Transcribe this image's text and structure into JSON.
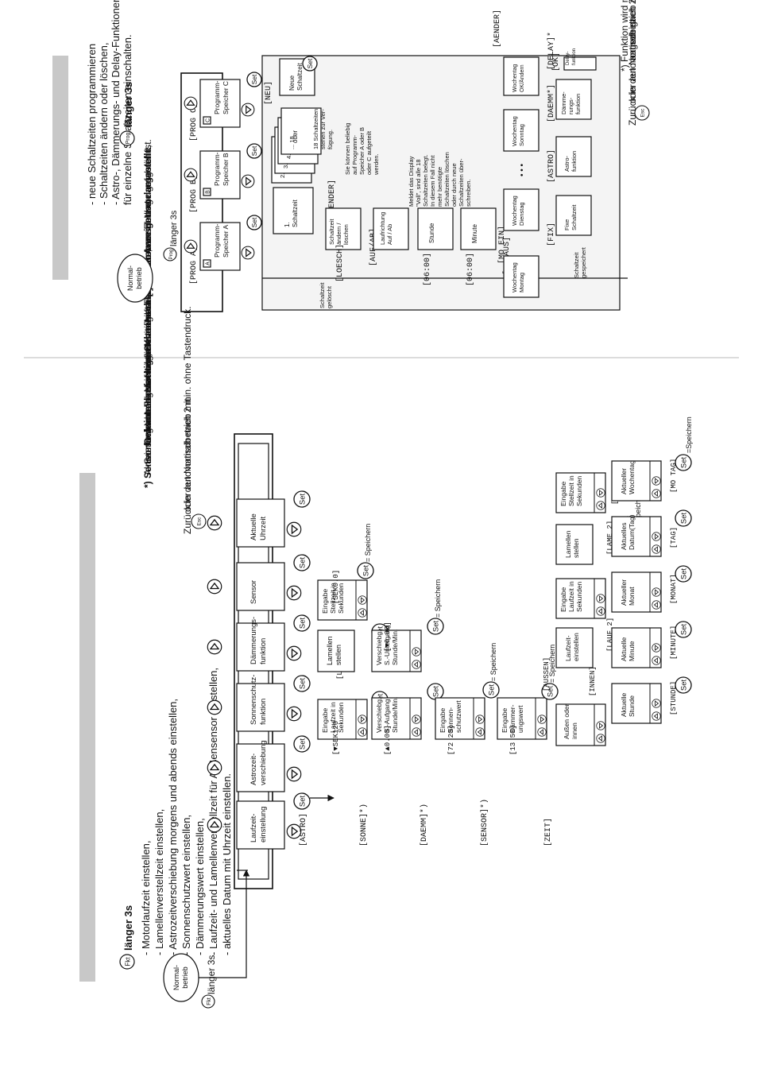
{
  "left": {
    "fkt_key": "Fkt",
    "header_hold": "länger 3s",
    "intro_items": [
      "- Motorlaufzeit einstellen,",
      "- Lamellenverstellzeit einstellen,",
      "- Astrozeitverschiebung morgens und abends einstellen,",
      "- Sonnenschutzwert einstellen,",
      "- Dämmerungswert einstellen,",
      "- Laufzeit- und Lamellenverstellzeit für Außensensor einstellen,",
      "- aktuelles Datum mit Uhrzeit einstellen."
    ],
    "normal_l1": "Normal-",
    "normal_l2": "betrieb",
    "loop_hold": "länger 3s",
    "set": "Set",
    "esc": "Esc",
    "speichern": "= Speichern",
    "speichern_b": "=Speichern",
    "speichern_s": "=Speichern",
    "menus": [
      {
        "code": "[LAUF]",
        "l1": "Laufzeit-",
        "l2": "einstellung"
      },
      {
        "code": "[ASTRO]",
        "l1": "Astrozeit-",
        "l2": "verschiebung"
      },
      {
        "code": "[SONNE]*)",
        "l1": "Sonnenschutz-",
        "l2": "funktion"
      },
      {
        "code": "[DAEMM]*)",
        "l1": "Dämmerungs-",
        "l2": "funktion"
      },
      {
        "code": "[SENSOR]*)",
        "l1": "Sensor",
        "l2": ""
      },
      {
        "code": "[ZEIT]",
        "l1": "Aktuelle",
        "l2": "Uhrzeit"
      }
    ],
    "lauf": {
      "in1": [
        "Eingabe",
        "Laufzeit in",
        "Sekunden"
      ],
      "in1_disp": "[▼SEK120",
      "lamell_label": "[LAMELL]",
      "lam": [
        "Lamellen",
        "stellen"
      ],
      "in2": [
        "Eingabe",
        "Stellzeit in",
        "Sekunden"
      ],
      "in2_disp": "[SEK0.0]"
    },
    "astro": {
      "in1": [
        "Verschiebg.",
        "S.-Aufgang",
        "Stunde/Min."
      ],
      "in1_disp": "[▲0.00]",
      "in2": [
        "Verschiebg.",
        "S.-Untergang",
        "Stunde/Min."
      ],
      "in2_disp": "[▼0.00]"
    },
    "sonne": {
      "in": [
        "Eingabe",
        "Sonnen-",
        "schutzwert"
      ],
      "disp": "[72 20]"
    },
    "daemm": {
      "in": [
        "Eingabe",
        "Dämmer-",
        "ungswert"
      ],
      "disp": "[13 50]"
    },
    "sensor": {
      "ai": [
        "Außen oder",
        "innen"
      ],
      "aussen": "[AUSSEN]",
      "innen": "[INNEN]",
      "lauf": [
        "Laufzeit-",
        "einstellen"
      ],
      "lauf_disp": "[LAUF 2]",
      "lz": [
        "Eingabe",
        "Laufzeit in",
        "Sekunden"
      ],
      "lz_disp": "[▼SEK120]",
      "lam": [
        "Lamellen",
        "stellen"
      ],
      "lam_disp": "[LAME 2]",
      "sz": [
        "Eingabe",
        "Stellzeit in",
        "Sekunden"
      ],
      "sz_disp": "[SEK0.0]"
    },
    "zeit": {
      "items": [
        {
          "lbl": [
            "Aktuelle",
            "Stunde"
          ],
          "disp": "[STUNDE]"
        },
        {
          "lbl": [
            "Aktuelle",
            "Minute"
          ],
          "disp": "[MINUTE]"
        },
        {
          "lbl": [
            "Aktueller",
            "Monat"
          ],
          "disp": "[MONAT]"
        },
        {
          "lbl": [
            "Aktuelles",
            "Datum(Tag)"
          ],
          "disp": "[TAG]"
        },
        {
          "lbl": [
            "Aktueller",
            "Wochentag"
          ],
          "disp": "[MO TAG]"
        }
      ]
    },
    "foot_return1": "Zurück in den Normalbetrieb mit",
    "foot_return2": "oder automatisch nach 2 min. ohne Tastendruck.",
    "foot_sens_b": "*) Sensorfunktionen",
    "foot_sens_r": ": Nur möglich bei Aufsatz mit Sensoranschluss.",
    "foot_sens2": "Aktivierung von Sensorfunktionen ergibt Fehlfunktion, wenn",
    "foot_sens3": "Sensor nicht angeschlossen ist.",
    "foot_learn_b": "Gelernte Laufzeiten, Sonnenschutzfunktion",
    "foot_learn_r": ": werden nur ausgeführt,",
    "foot_learn2": "wenn Jalousie vorher mit Dauerlauf in die obere Endlage gefahren ist.",
    "foot_bracket": "In den eckigen Klammern [ ] ist der Anzeigetext dargestellt."
  },
  "right": {
    "intro_items": [
      "- neue Schaltzeiten programmieren",
      "- Schaltzeiten ändern oder löschen,",
      "- Astro-, Dämmerungs- und Delay-Funktionen",
      "  für einzelne Schaltzeiten einschalten."
    ],
    "prog_key": "Prog",
    "header_hold": "länger 3s",
    "normal_l1": "Normal-",
    "normal_l2": "betrieb",
    "loop_hold": "länger 3s",
    "set": "Set",
    "progs": [
      {
        "code": "[PROG A]",
        "letter": "A",
        "l1": "Programm-",
        "l2": "Speicher A"
      },
      {
        "code": "[PROG B]",
        "letter": "B",
        "l1": "Programm-",
        "l2": "Speicher B"
      },
      {
        "code": "[PROG C]",
        "letter": "C",
        "l1": "Programm-",
        "l2": "Speicher C"
      }
    ],
    "schaltzeit": [
      "1.",
      "Schaltzeit"
    ],
    "stack": [
      "2.",
      "3.",
      "4.",
      "... 18."
    ],
    "oder": "oder",
    "neu_code": "[NEU]",
    "neu": [
      "Neue",
      "Schaltzeit"
    ],
    "note18": [
      "18 Schaltzeiten",
      "stehen zur Ver-",
      "fügung."
    ],
    "noteABC": [
      "Sie können beliebig",
      "auf Programm-",
      "Speicher A oder B",
      "oder C aufgeteilt",
      "werden."
    ],
    "noteVoll": [
      "Meldet das Display",
      "\"Voll\", sind alle 18",
      "Schaltzeiten belegt.",
      "In diesem Fall nicht",
      "mehr benötigte",
      "Schaltzeiten löschen",
      "oder durch neue",
      "Schaltzeiten über-",
      "schreiben."
    ],
    "aender_code": "[AENDER]",
    "loesch_code": "[LOESCH]",
    "edit": [
      "Schaltzeit",
      "ändern /",
      "löschen"
    ],
    "geloescht": [
      "Schaltzeit",
      "gelöscht"
    ],
    "aufab_code": "[AUF/AB]",
    "aufab": [
      "Laufrichtung",
      "Auf / Ab"
    ],
    "stunde": "Stunde",
    "stunde_disp": "[06:00]",
    "minute": "Minute",
    "minute_disp": "[06:00]",
    "mo_ein": "[MO EIN]",
    "mo_aus": "[MO AUS]",
    "wt_montag": [
      "Wochentag",
      "Montag"
    ],
    "wt_dienstag": [
      "Wochentag",
      "Dienstag"
    ],
    "wt_sonntag": [
      "Wochentag",
      "Sonntag"
    ],
    "wt_ok": [
      "Wochentag",
      "OK/Ändern"
    ],
    "aender2": "[AENDER]",
    "ok": "[OK]",
    "fix": "[FIX]",
    "fix_box": [
      "Fixe",
      "Schaltzeit"
    ],
    "astro": "[ASTRO]",
    "astro_box": [
      "Astro-",
      "funktion"
    ],
    "daemm": "[DAEMM*]",
    "daemm_box": [
      "Dämme-",
      "rungs-",
      "funktion"
    ],
    "delay": "[DELAY]*",
    "delay_box": [
      "Delay-",
      "funktion"
    ],
    "gespeichert": [
      "Schaltzeit",
      "gespeichert"
    ],
    "dots": "• • •",
    "foot_return1": "Zurück in den Normalbetrieb mit",
    "foot_return2": "oder automatisch nach 2 min. ohne Tastendruck.",
    "esc": "Esc",
    "foot_note1": "*) Funktion wird nur bei Aufsatz mit Sensoranschluss",
    "foot_note2": "angezeigt."
  }
}
